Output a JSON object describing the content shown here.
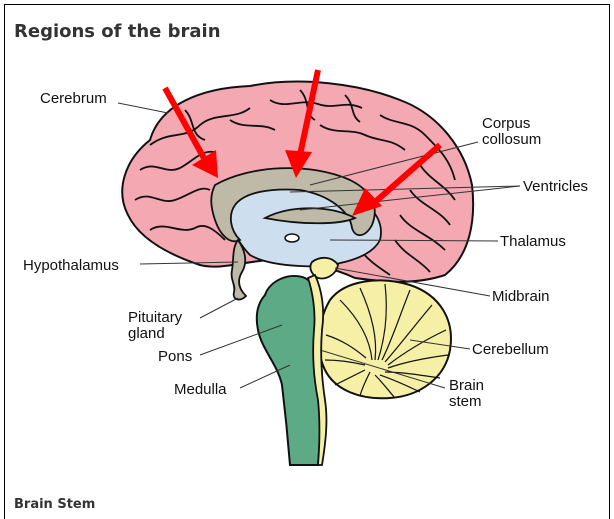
{
  "title": "Regions of the brain",
  "section_heading": "Brain Stem",
  "labels": {
    "cerebrum": "Cerebrum",
    "corpus_1": "Corpus",
    "corpus_2": "collosum",
    "ventricles": "Ventricles",
    "thalamus": "Thalamus",
    "hypothalamus": "Hypothalamus",
    "midbrain": "Midbrain",
    "pituitary_1": "Pituitary",
    "pituitary_2": "gland",
    "pons": "Pons",
    "cerebellum": "Cerebellum",
    "medulla": "Medulla",
    "brainstem_1": "Brain",
    "brainstem_2": "stem"
  },
  "colors": {
    "cerebrum": "#f4a9b2",
    "corpus": "#bfb9a8",
    "ventricle": "#cddfee",
    "cerebellum": "#f6f0a6",
    "brainstem": "#5cab86",
    "arrow": "#ff0000"
  },
  "arrow_count": 3
}
